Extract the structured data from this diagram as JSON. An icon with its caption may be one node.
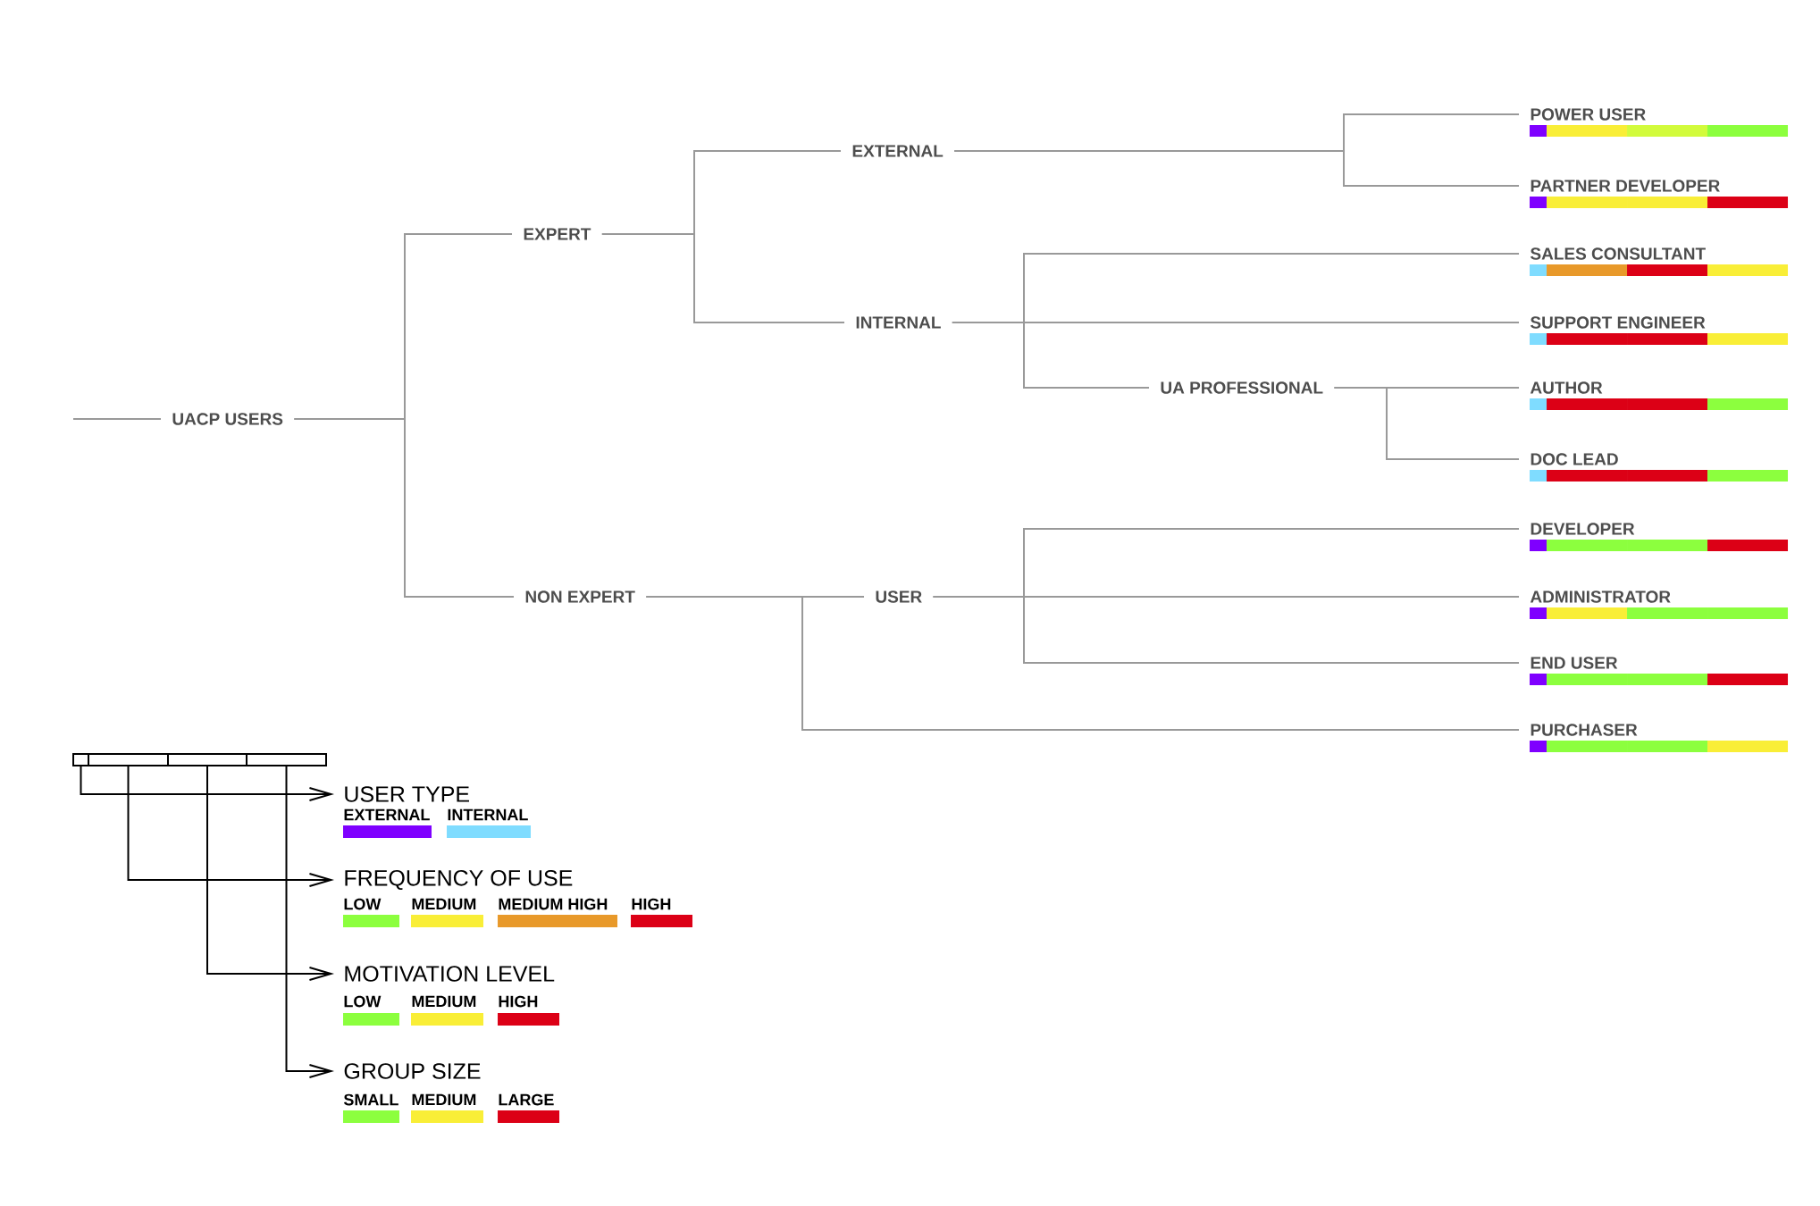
{
  "diagram": {
    "nodes": [
      {
        "text": [
          "UACP USERS"
        ]
      },
      {
        "text": [
          "EXPERT"
        ]
      },
      {
        "text": [
          "NON EXPERT"
        ]
      },
      {
        "text": [
          "EXTERNAL"
        ]
      },
      {
        "text": [
          "INTERNAL"
        ]
      },
      {
        "text": [
          "UA PROFESSIONAL"
        ]
      },
      {
        "text": [
          "USER"
        ]
      },
      {
        "text": [
          "POWER USER"
        ]
      },
      {
        "text": [
          "PARTNER DEVELOPER"
        ]
      },
      {
        "text": [
          "SALES CONSULTANT"
        ]
      },
      {
        "text": [
          "SUPPORT ENGINEER"
        ]
      },
      {
        "text": [
          "AUTHOR"
        ]
      },
      {
        "text": [
          "DOC LEAD"
        ]
      },
      {
        "text": [
          "DEVELOPER"
        ]
      },
      {
        "text": [
          "ADMINISTRATOR"
        ]
      },
      {
        "text": [
          "END USER"
        ]
      },
      {
        "text": [
          "PURCHASER"
        ]
      },
      {
        "text": [],
        "shape": "box"
      },
      {
        "text": [],
        "shape": "box"
      },
      {
        "text": [],
        "shape": "box"
      },
      {
        "text": [],
        "shape": "box"
      },
      {
        "text": [
          "USER TYPE"
        ]
      },
      {
        "text": [
          "FREQUENCY OF USE"
        ]
      },
      {
        "text": [
          "MOTIVATION LEVEL"
        ]
      },
      {
        "text": [
          "GROUP SIZE"
        ]
      }
    ],
    "edges": [
      {
        "from": null,
        "to": 0,
        "arrow": "none"
      },
      {
        "from": 0,
        "to": 1,
        "arrow": "none"
      },
      {
        "from": 0,
        "to": 2,
        "arrow": "none"
      },
      {
        "from": 1,
        "to": 3,
        "arrow": "none"
      },
      {
        "from": 1,
        "to": 4,
        "arrow": "none"
      },
      {
        "from": 3,
        "to": 7,
        "arrow": "none"
      },
      {
        "from": 3,
        "to": 8,
        "arrow": "none"
      },
      {
        "from": 4,
        "to": 9,
        "arrow": "none"
      },
      {
        "from": 4,
        "to": 10,
        "arrow": "none"
      },
      {
        "from": 4,
        "to": 5,
        "arrow": "none"
      },
      {
        "from": 5,
        "to": 11,
        "arrow": "none"
      },
      {
        "from": 5,
        "to": 12,
        "arrow": "none"
      },
      {
        "from": 2,
        "to": 6,
        "arrow": "none"
      },
      {
        "from": 2,
        "to": 16,
        "arrow": "none"
      },
      {
        "from": 6,
        "to": 13,
        "arrow": "none"
      },
      {
        "from": 6,
        "to": 14,
        "arrow": "none"
      },
      {
        "from": 6,
        "to": 15,
        "arrow": "none"
      },
      {
        "from": 17,
        "to": 21,
        "arrow": "to",
        "color": "#000000"
      },
      {
        "from": 18,
        "to": 22,
        "arrow": "to",
        "color": "#000000"
      },
      {
        "from": 19,
        "to": 23,
        "arrow": "to",
        "color": "#000000"
      },
      {
        "from": 20,
        "to": 24,
        "arrow": "to",
        "color": "#000000"
      }
    ],
    "legend": [
      {
        "text": "EXTERNAL",
        "color": "#7f00ff"
      },
      {
        "text": "INTERNAL",
        "color": "#7fdcff"
      },
      {
        "text": "LOW",
        "color": "#8cff3e"
      },
      {
        "text": "MEDIUM",
        "color": "#f9ee37"
      },
      {
        "text": "MEDIUM HIGH",
        "color": "#e8992a"
      },
      {
        "text": "HIGH",
        "color": "#dc0016"
      },
      {
        "text": "LOW",
        "color": "#8cff3e"
      },
      {
        "text": "MEDIUM",
        "color": "#f9ee37"
      },
      {
        "text": "HIGH",
        "color": "#dc0016"
      },
      {
        "text": "SMALL",
        "color": "#8cff3e"
      },
      {
        "text": "MEDIUM",
        "color": "#f9ee37"
      },
      {
        "text": "LARGE",
        "color": "#dc0016"
      }
    ]
  }
}
